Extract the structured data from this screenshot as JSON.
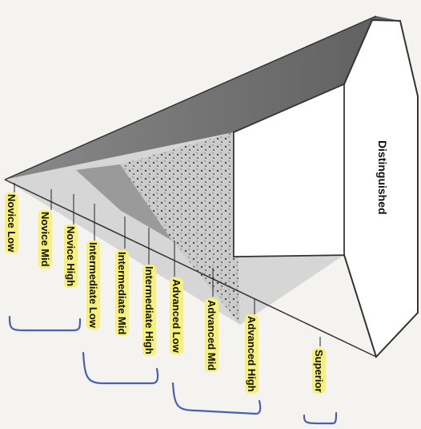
{
  "diagram": {
    "levels": [
      {
        "id": "novice-low",
        "label": "Novice Low",
        "highlighted": true
      },
      {
        "id": "novice-mid",
        "label": "Novice Mid",
        "highlighted": true
      },
      {
        "id": "novice-high",
        "label": "Novice High",
        "highlighted": true
      },
      {
        "id": "intermediate-low",
        "label": "Intermediate Low",
        "highlighted": true
      },
      {
        "id": "intermediate-mid",
        "label": "Intermediate Mid",
        "highlighted": true
      },
      {
        "id": "intermediate-high",
        "label": "Intermediate High",
        "highlighted": true
      },
      {
        "id": "advanced-low",
        "label": "Advanced Low",
        "highlighted": true
      },
      {
        "id": "advanced-mid",
        "label": "Advanced Mid",
        "highlighted": true
      },
      {
        "id": "advanced-high",
        "label": "Advanced High",
        "highlighted": true
      },
      {
        "id": "superior",
        "label": "Superior",
        "highlighted": true
      }
    ],
    "top_label": "Distinguished",
    "colors": {
      "highlight": "#f7f07a",
      "bracket": "#4a5fb0",
      "cone_dark": "#6e6e6e",
      "outline": "#333333"
    }
  }
}
